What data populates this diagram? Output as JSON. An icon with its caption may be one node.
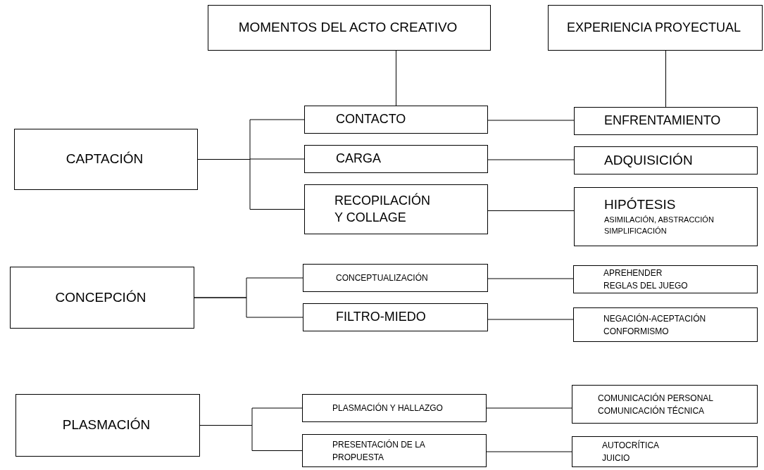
{
  "diagram": {
    "nodes": [
      {
        "text": [
          "MOMENTOS DEL ACTO CREATIVO"
        ]
      },
      {
        "text": [
          "EXPERIENCIA PROYECTUAL"
        ]
      },
      {
        "text": [
          "CAPTACIÓN"
        ]
      },
      {
        "text": [
          "CONTACTO"
        ]
      },
      {
        "text": [
          "CARGA"
        ]
      },
      {
        "text": [
          "RECOPILACIÓN Y COLLAGE"
        ]
      },
      {
        "text": [
          "ENFRENTAMIENTO"
        ]
      },
      {
        "text": [
          "ADQUISICIÓN"
        ]
      },
      {
        "text": [
          "HIPÓTESIS",
          "ASIMILACIÓN, ABSTRACCIÓN SIMPLIFICACIÓN"
        ]
      },
      {
        "text": [
          "CONCEPCIÓN"
        ]
      },
      {
        "text": [
          "CONCEPTUALIZACIÓN"
        ]
      },
      {
        "text": [
          "FILTRO-MIEDO"
        ]
      },
      {
        "text": [
          "APREHENDER REGLAS DEL JUEGO"
        ]
      },
      {
        "text": [
          "NEGACIÓN-ACEPTACIÓN CONFORMISMO"
        ]
      },
      {
        "text": [
          "PLASMACIÓN"
        ]
      },
      {
        "text": [
          "PLASMACIÓN Y HALLAZGO"
        ]
      },
      {
        "text": [
          "PRESENTACIÓN DE LA PROPUESTA"
        ]
      },
      {
        "text": [
          "COMUNICACIÓN PERSONAL COMUNICACIÓN TÉCNICA"
        ]
      },
      {
        "text": [
          "AUTOCRÍTICA JUICIO"
        ]
      }
    ],
    "edges": [
      {
        "from": 0,
        "to": 3,
        "arrow": "none"
      },
      {
        "from": 1,
        "to": 6,
        "arrow": "none"
      },
      {
        "from": 2,
        "to": 3,
        "arrow": "none"
      },
      {
        "from": 2,
        "to": 4,
        "arrow": "none"
      },
      {
        "from": 2,
        "to": 5,
        "arrow": "none"
      },
      {
        "from": 3,
        "to": 6,
        "arrow": "none"
      },
      {
        "from": 4,
        "to": 7,
        "arrow": "none"
      },
      {
        "from": 5,
        "to": 8,
        "arrow": "none"
      },
      {
        "from": 9,
        "to": 10,
        "arrow": "none"
      },
      {
        "from": 9,
        "to": 11,
        "arrow": "none"
      },
      {
        "from": 10,
        "to": 12,
        "arrow": "none"
      },
      {
        "from": 11,
        "to": 13,
        "arrow": "none"
      },
      {
        "from": 14,
        "to": 15,
        "arrow": "none"
      },
      {
        "from": 14,
        "to": 16,
        "arrow": "none"
      },
      {
        "from": 15,
        "to": 17,
        "arrow": "none"
      },
      {
        "from": 16,
        "to": 18,
        "arrow": "none"
      }
    ]
  }
}
